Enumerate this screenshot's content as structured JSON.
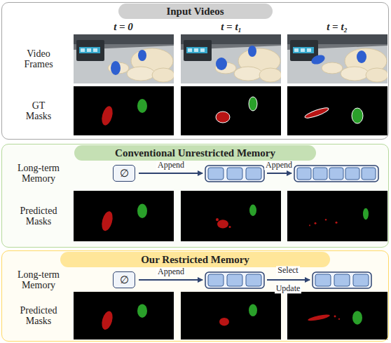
{
  "diagram": {
    "nodes": [
      {
        "text": [
          "Input Videos"
        ]
      },
      {
        "text": [
          "Conventional Unrestricted Memory"
        ]
      },
      {
        "text": [
          "∅"
        ],
        "in": 1
      },
      {
        "text": [
          "Our Restricted Memory"
        ]
      },
      {
        "text": [
          "∅"
        ],
        "in": 3
      }
    ],
    "labels": [
      "t = 0",
      "t = t₁",
      "t = t₂",
      "Video Frames",
      "GT Masks",
      "Long-term Memory",
      "Append",
      "Append",
      "Predicted Masks",
      "Long-term Memory",
      "Append",
      "Select",
      "Update",
      "Predicted Masks"
    ]
  }
}
